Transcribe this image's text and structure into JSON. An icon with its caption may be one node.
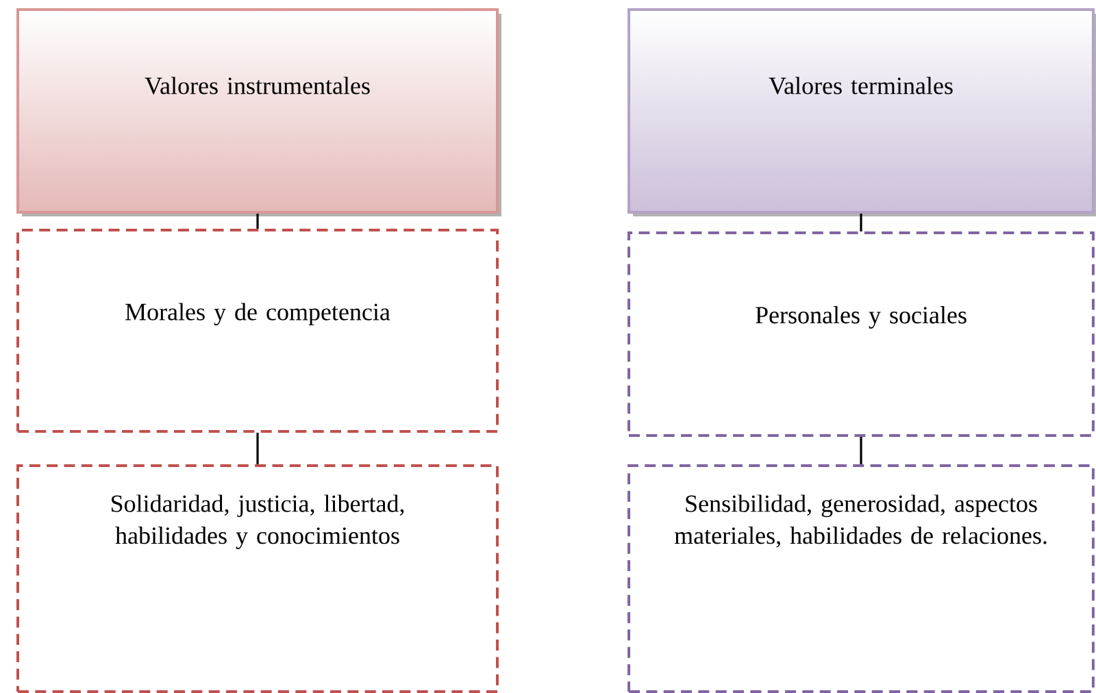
{
  "diagram": {
    "nodes": [
      {
        "text": [
          "Valores instrumentales"
        ]
      },
      {
        "text": [
          "Morales y de competencia"
        ]
      },
      {
        "text": [
          "Solidaridad, justicia, libertad, habilidades y conocimientos"
        ]
      },
      {
        "text": [
          "Valores terminales"
        ]
      },
      {
        "text": [
          "Personales y sociales"
        ]
      },
      {
        "text": [
          "Sensibilidad, generosidad, aspectos materiales, habilidades de relaciones."
        ]
      }
    ],
    "edges": [
      {
        "from": 0,
        "to": 1,
        "arrow": "none"
      },
      {
        "from": 1,
        "to": 2,
        "arrow": "none"
      },
      {
        "from": 3,
        "to": 4,
        "arrow": "none"
      },
      {
        "from": 4,
        "to": 5,
        "arrow": "none"
      }
    ]
  }
}
